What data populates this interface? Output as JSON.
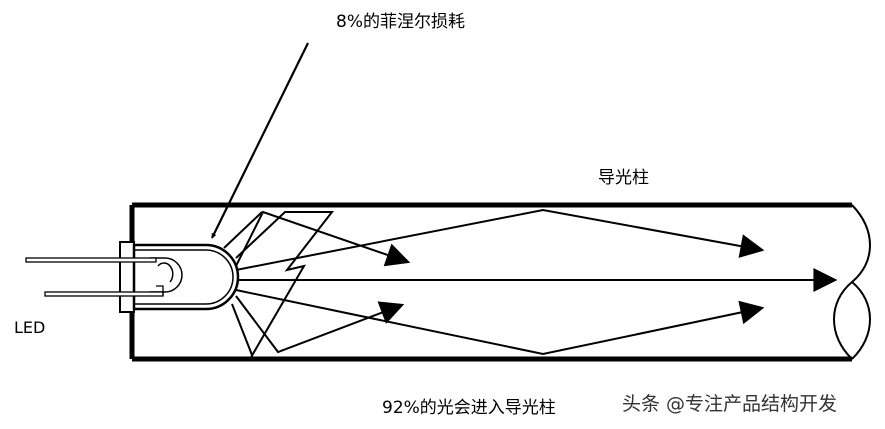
{
  "labels": {
    "fresnel_loss": "8%的菲涅尔损耗",
    "light_pipe": "导光柱",
    "led": "LED",
    "transmitted": "92%的光会进入导光柱"
  },
  "watermark": {
    "text": "头条 @专注产品结构开发"
  },
  "colors": {
    "stroke": "#000000",
    "background": "#ffffff",
    "watermark": "#333333"
  }
}
